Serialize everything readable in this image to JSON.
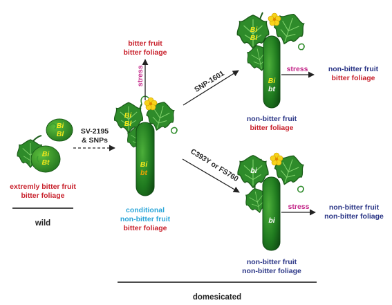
{
  "colors": {
    "bitter_text": "#c8202b",
    "non_bitter_text": "#2a3586",
    "conditional_text": "#2ca6d8",
    "stress_text": "#c42a8a",
    "leaf_green": "#2e8b2a",
    "leaf_dark": "#1d5e1b",
    "fruit_green": "#1f7a1f",
    "flower_yellow": "#f7d21a"
  },
  "icons": [
    "cucumber-leaf-icon",
    "cucumber-fruit-icon",
    "flower-icon",
    "tendril-icon",
    "arrow-icon"
  ],
  "wild": {
    "label_line1": "extremly bitter fruit",
    "label_line2": "bitter foliage",
    "group_label": "wild",
    "genes": {
      "top1": "Bi",
      "top2": "Bl",
      "bottom1": "Bi",
      "bottom2": "Bt"
    }
  },
  "transition_wild": {
    "line1": "SV-2195",
    "line2": "& SNPs"
  },
  "center": {
    "genes_leaf1": "Bi",
    "genes_leaf2": "Bl",
    "genes_fruit1": "Bi",
    "genes_fruit2": "bt",
    "label_line1": "conditional",
    "label_line2": "non-bitter fruit",
    "label_line3": "bitter foliage",
    "stress": "stress",
    "stress_result_line1": "bitter fruit",
    "stress_result_line2": "bitter foliage"
  },
  "top_branch": {
    "arrow_label": "SNP-1601",
    "genes_leaf1": "Bi",
    "genes_leaf2": "Bl",
    "genes_fruit1": "Bi",
    "genes_fruit2": "bt",
    "label_line1": "non-bitter fruit",
    "label_line2": "bitter foliage",
    "stress": "stress",
    "stress_result_line1": "non-bitter fruit",
    "stress_result_line2": "bitter foliage"
  },
  "bottom_branch": {
    "arrow_label": "C393Y or FS760",
    "genes_leaf": "bi",
    "genes_fruit": "bi",
    "label_line1": "non-bitter fruit",
    "label_line2": "non-bitter foliage",
    "stress": "stress",
    "stress_result_line1": "non-bitter fruit",
    "stress_result_line2": "non-bitter foliage"
  },
  "domesticated_label": "domesicated"
}
